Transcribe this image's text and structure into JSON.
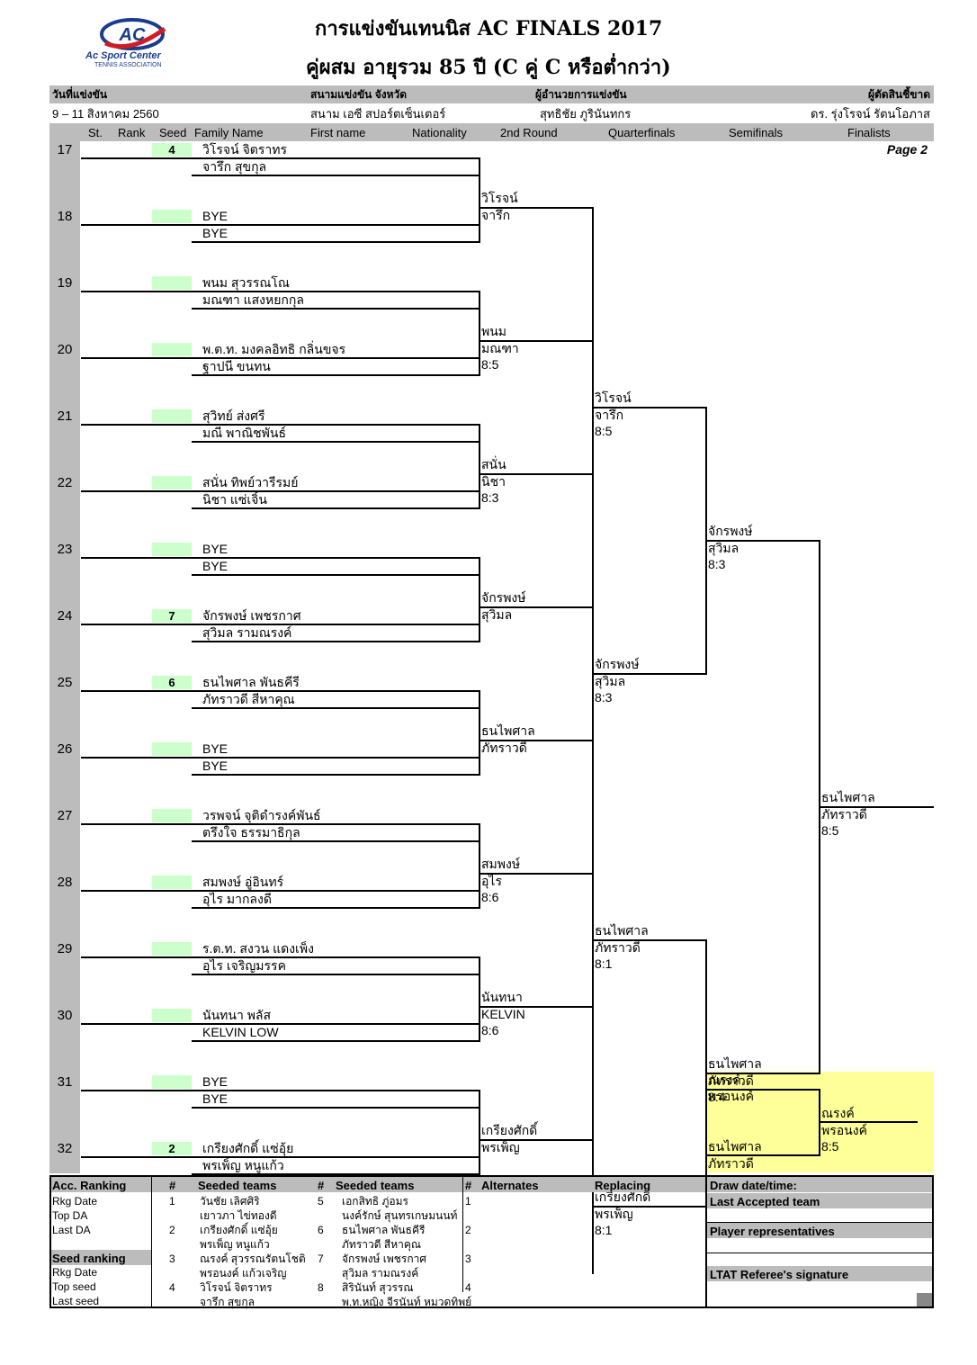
{
  "header": {
    "title1": "การแข่งขันเทนนิส AC FINALS 2017",
    "title2": "คู่ผสม อายุรวม 85 ปี (C คู่ C หรือต่ำกว่า)",
    "logo_text": "AC",
    "logo_line1": "Ac Sport Center",
    "logo_line2": "TENNIS ASSOCIATION"
  },
  "info": {
    "date_label": "วันที่แข่งขัน",
    "date_value": "9 – 11 สิงหาคม 2560",
    "venue_label": "สนามแข่งขัน จังหวัด",
    "venue_value": "สนาม เอซี สปอร์ตเซ็นเตอร์",
    "director_label": "ผู้อำนวยการแข่งขัน",
    "director_value": "สุทธิชัย ภูรินันทกร",
    "referee_label": "ผู้ตัดสินชี้ขาด",
    "referee_value": "ดร. รุ่งโรจน์ รัตนโอภาส"
  },
  "columns": [
    "St.",
    "Rank",
    "Seed",
    "Family Name",
    "First name",
    "Nationality",
    "2nd Round",
    "Quarterfinals",
    "Semifinals",
    "Finalists"
  ],
  "page_label": "Page 2",
  "draw": [
    {
      "no": "17",
      "seed": "4",
      "p1": "วิโรจน์ จิตราทร",
      "p2": "จารึก สุขกุล"
    },
    {
      "no": "18",
      "seed": "",
      "p1": "BYE",
      "p2": "BYE"
    },
    {
      "no": "19",
      "seed": "",
      "p1": "พนม สุวรรณโณ",
      "p2": "มณฑา แสงหยกกุล"
    },
    {
      "no": "20",
      "seed": "",
      "p1": "พ.ต.ท. มงคลอิทธิ กลิ่นขจร",
      "p2": "ฐาปนี ขนทน"
    },
    {
      "no": "21",
      "seed": "",
      "p1": "สุวิทย์ ส่งศรี",
      "p2": "มณี พาณิชพันธ์"
    },
    {
      "no": "22",
      "seed": "",
      "p1": "สนั่น ทิพย์วารีรมย์",
      "p2": "นิชา แซ่เจิ้น"
    },
    {
      "no": "23",
      "seed": "",
      "p1": "BYE",
      "p2": "BYE"
    },
    {
      "no": "24",
      "seed": "7",
      "p1": "จักรพงษ์ เพชรกาศ",
      "p2": "สุวิมล รามณรงค์"
    },
    {
      "no": "25",
      "seed": "6",
      "p1": "ธนไพศาล พันธคีรี",
      "p2": "ภัทราวดี สีหาคุณ"
    },
    {
      "no": "26",
      "seed": "",
      "p1": "BYE",
      "p2": "BYE"
    },
    {
      "no": "27",
      "seed": "",
      "p1": "วรพจน์ จุติดำรงค์พันธ์",
      "p2": "ตรึงใจ ธรรมาธิกุล"
    },
    {
      "no": "28",
      "seed": "",
      "p1": "สมพงษ์ อู่อินทร์",
      "p2": "อุไร มากลงดี"
    },
    {
      "no": "29",
      "seed": "",
      "p1": "ร.ต.ท. สงวน แดงเพ็ง",
      "p2": "อุไร เจริญมรรค"
    },
    {
      "no": "30",
      "seed": "",
      "p1": "นันทนา พลัส",
      "p2": "KELVIN LOW"
    },
    {
      "no": "31",
      "seed": "",
      "p1": "BYE",
      "p2": "BYE"
    },
    {
      "no": "32",
      "seed": "2",
      "p1": "เกรียงศักดิ์ แซ่อุ้ย",
      "p2": "พรเพ็ญ หนูแก้ว"
    }
  ],
  "round2": [
    {
      "a": "วิโรจน์",
      "b": "จารึก",
      "s": ""
    },
    {
      "a": "พนม",
      "b": "มณฑา",
      "s": "8:5"
    },
    {
      "a": "สนั่น",
      "b": "นิชา",
      "s": "8:3"
    },
    {
      "a": "จักรพงษ์",
      "b": "สุวิมล",
      "s": ""
    },
    {
      "a": "ธนไพศาล",
      "b": "ภัทราวดี",
      "s": ""
    },
    {
      "a": "สมพงษ์",
      "b": "อุไร",
      "s": "8:6"
    },
    {
      "a": "นันทนา",
      "b": "KELVIN",
      "s": "8:6"
    },
    {
      "a": "เกรียงศักดิ์",
      "b": "พรเพ็ญ",
      "s": ""
    }
  ],
  "quarter": [
    {
      "a": "วิโรจน์",
      "b": "จารึก",
      "s": "8:5"
    },
    {
      "a": "จักรพงษ์",
      "b": "สุวิมล",
      "s": "8:3"
    },
    {
      "a": "ธนไพศาล",
      "b": "ภัทราวดี",
      "s": "8:1"
    },
    {
      "a": "เกรียงศักดิ์",
      "b": "พรเพ็ญ",
      "s": "8:1"
    }
  ],
  "semi": [
    {
      "a": "จักรพงษ์",
      "b": "สุวิมล",
      "s": "8:3"
    },
    {
      "a": "ธนไพศาล",
      "b": "ภัทราวดี",
      "s": "8:4"
    }
  ],
  "final": {
    "a": "ธนไพศาล",
    "b": "ภัทราวดี",
    "s": "8:5"
  },
  "third": {
    "p1a": "ณรงค์",
    "p1b": "พรอนงค์",
    "p2a": "ธนไพศาล",
    "p2b": "ภัทราวดี",
    "wa": "ณรงค์",
    "wb": "พรอนงค์",
    "s": "8:5"
  },
  "footer": {
    "h_acc": "Acc. Ranking",
    "h_num": "#",
    "h_seeded1": "Seeded teams",
    "h_seeded2": "Seeded teams",
    "h_alt": "Alternates",
    "h_repl": "Replacing",
    "acc_rows": [
      "Rkg Date",
      "Top DA",
      "Last DA"
    ],
    "seed_rank": "Seed ranking",
    "seed_rows": [
      "Rkg Date",
      "Top seed",
      "Last seed"
    ],
    "seeds_left": [
      {
        "n": "1",
        "a": "วันชัย เลิศศิริ",
        "b": "เยาวภา ไข่ทองดี"
      },
      {
        "n": "2",
        "a": "เกรียงศักดิ์ แซ่อุ้ย",
        "b": "พรเพ็ญ หนูแก้ว"
      },
      {
        "n": "3",
        "a": "ณรงค์ สุวรรณรัตนโชติ",
        "b": "พรอนงค์ แก้วเจริญ"
      },
      {
        "n": "4",
        "a": "วิโรจน์ จิตราทร",
        "b": "จารึก สุขกุล"
      }
    ],
    "seeds_right": [
      {
        "n": "5",
        "a": "เอกสิทธิ ภู่อมร",
        "b": "นงค์รักษ์ สุนทรเกษมนนท์"
      },
      {
        "n": "6",
        "a": "ธนไพศาล พันธคีรี",
        "b": "ภัทราวดี สีหาคุณ"
      },
      {
        "n": "7",
        "a": "จักรพงษ์ เพชรกาศ",
        "b": "สุวิมล รามณรงค์"
      },
      {
        "n": "8",
        "a": "สิรินันท์ สุวรรณ",
        "b": "พ.ท.หญิง จีรนันท์ หมวดทิพย์"
      }
    ],
    "alt_nums": [
      "1",
      "2",
      "3",
      "4"
    ],
    "draw_date": "Draw date/time:",
    "last_accepted": "Last Accepted team",
    "player_reps": "Player representatives",
    "ltat": "LTAT Referee's signature"
  }
}
